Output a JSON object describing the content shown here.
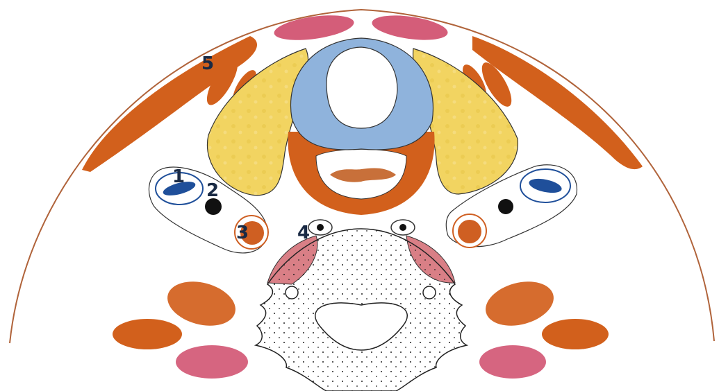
{
  "labels": {
    "l1": "1",
    "l2": "2",
    "l3": "3",
    "l4": "4",
    "l5": "5"
  },
  "colors": {
    "outline": "#b0633a",
    "muscle_orange": "#d2601c",
    "muscle_pink": "#d45d79",
    "fat_yellow": "#f2d461",
    "cartilage_blue": "#8fb3dc",
    "vein_blue": "#1f4f9a",
    "artery_orange": "#cf5f22",
    "nerve_black": "#111111",
    "label": "#1a2a44"
  }
}
